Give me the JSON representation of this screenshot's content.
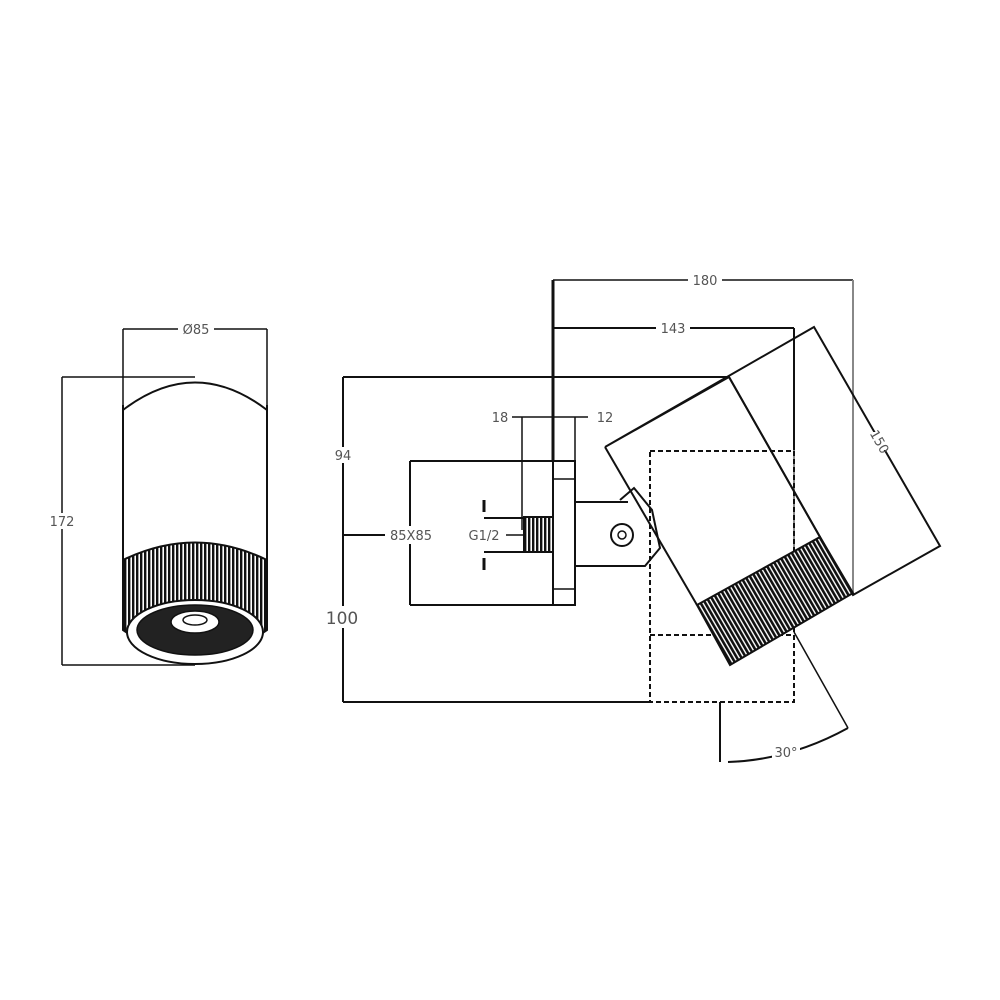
{
  "front_view": {
    "diameter_label": "Ø85",
    "height_label": "172"
  },
  "side_view": {
    "dim_94": "94",
    "dim_plate": "85X85",
    "thread": "G1/2",
    "dim_100": "100",
    "dim_18": "18",
    "dim_12": "12",
    "dim_180": "180",
    "dim_143": "143",
    "dim_150": "150",
    "tilt_angle": "30°"
  }
}
